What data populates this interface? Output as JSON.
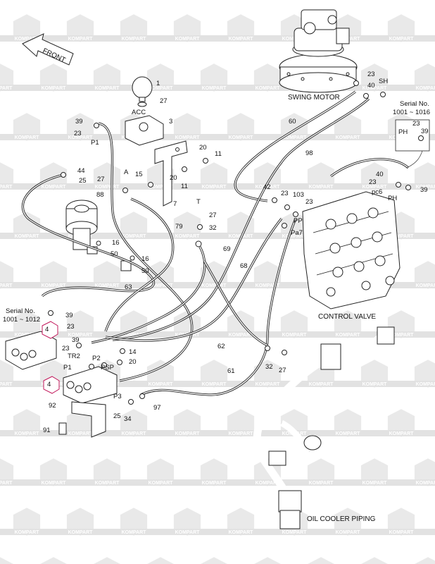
{
  "watermark": {
    "text": "KOMPART"
  },
  "arrow": {
    "label": "FRONT"
  },
  "captions": {
    "swing_motor": "SWING MOTOR",
    "control_valve": "CONTROL VALVE",
    "oil_cooler_piping": "OIL COOLER PIPING",
    "serial_right": [
      "Serial No.",
      "1001 ~ 1016"
    ],
    "serial_left": [
      "Serial No.",
      "1001 ~ 1012"
    ]
  },
  "callouts": [
    "1",
    "27",
    "ACC",
    "3",
    "39",
    "23",
    "P1",
    "44",
    "25",
    "A",
    "15",
    "27",
    "88",
    "20",
    "11",
    "20",
    "11",
    "7",
    "T",
    "27",
    "32",
    "79",
    "16",
    "50",
    "16",
    "50",
    "63",
    "23",
    "40",
    "SH",
    "60",
    "98",
    "PH",
    "23",
    "39",
    "40",
    "23",
    "pc6",
    "39",
    "PH",
    "42",
    "23",
    "103",
    "23",
    "PP",
    "Pa7",
    "69",
    "68",
    "39",
    "23",
    "4",
    "39",
    "23",
    "TR2",
    "P1",
    "14",
    "P2",
    "PSP",
    "20",
    "4",
    "P3",
    "25",
    "34",
    "92",
    "91",
    "62",
    "32",
    "27",
    "61",
    "97"
  ],
  "markers": [
    "4",
    "4"
  ]
}
